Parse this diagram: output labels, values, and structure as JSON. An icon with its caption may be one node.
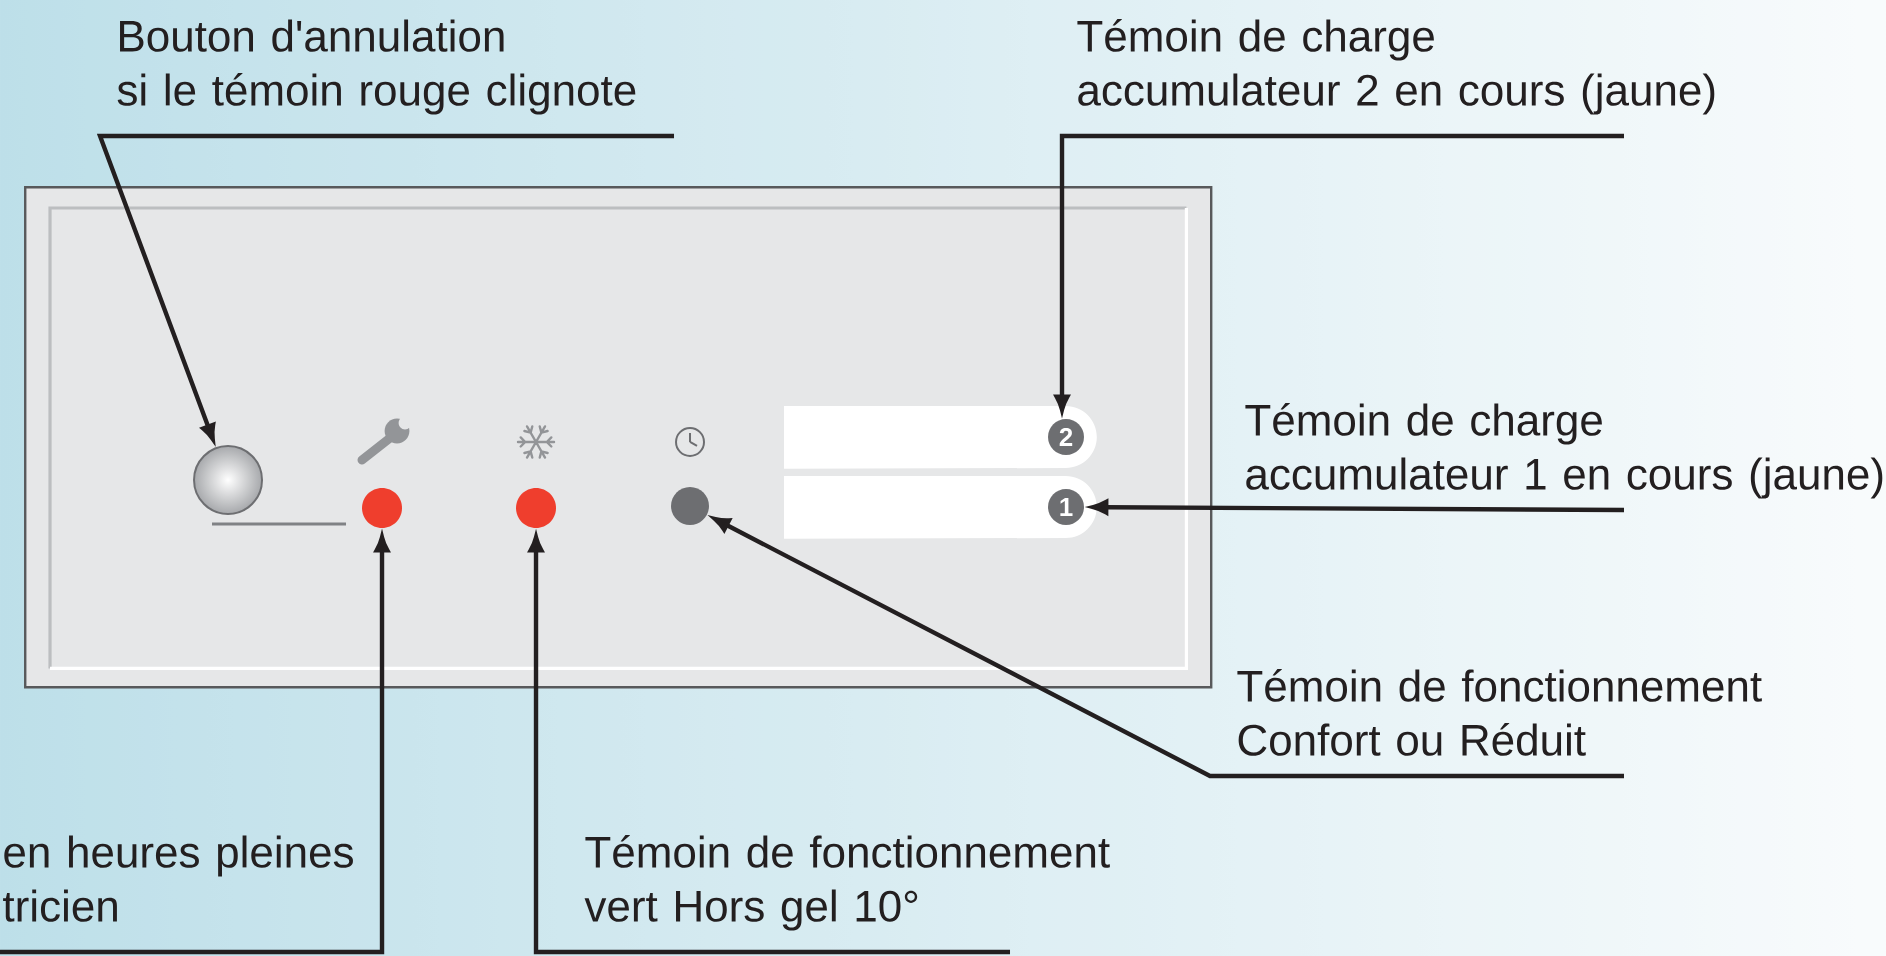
{
  "diagram": {
    "nodes": [
      {
        "text": [
          "Bouton d'annulation si le témoin rouge clignote"
        ]
      },
      {
        "text": [
          "Témoin de charge accumulateur 2 en cours (jaune)"
        ]
      },
      {
        "text": [],
        "shape": "box"
      },
      {
        "text": [],
        "shape": "circle",
        "in": 2
      },
      {
        "text": [],
        "shape": "circle",
        "in": 2
      },
      {
        "text": [],
        "shape": "circle",
        "in": 2
      },
      {
        "text": [],
        "shape": "circle",
        "in": 2
      },
      {
        "text": [],
        "shape": "box",
        "in": 2
      },
      {
        "text": [
          "2"
        ],
        "in": 7
      },
      {
        "text": [],
        "shape": "box",
        "in": 2
      },
      {
        "text": [
          "1"
        ],
        "in": 9
      },
      {
        "text": [
          "Témoin de charge accumulateur 1 en cours (jaune)"
        ]
      },
      {
        "text": [
          "Témoin de fonctionnement Confort ou Réduit"
        ]
      },
      {
        "text": [
          "en heures pleines tricien"
        ]
      },
      {
        "text": [
          "Témoin de fonctionnement vert Hors gel 10°"
        ]
      }
    ],
    "edges": [
      {
        "from": 0,
        "to": 3,
        "arrow": "to"
      },
      {
        "from": 1,
        "to": 8,
        "arrow": "to"
      },
      {
        "from": 11,
        "to": 10,
        "arrow": "to"
      },
      {
        "from": 12,
        "to": 6,
        "arrow": "to"
      },
      {
        "from": 13,
        "to": 4,
        "arrow": "to"
      },
      {
        "from": 14,
        "to": 5,
        "arrow": "to"
      }
    ]
  }
}
